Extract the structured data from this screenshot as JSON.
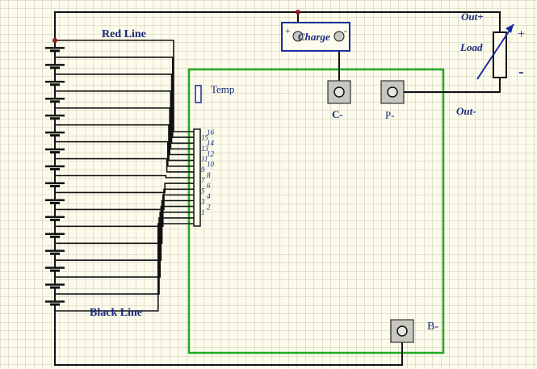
{
  "labels": {
    "red_line": "Red Line",
    "black_line": "Black Line",
    "temp": "Temp",
    "charge": "Charge",
    "charge_plus": "+",
    "charge_minus": "-",
    "out_plus": "Out+",
    "out_minus": "Out-",
    "load": "Load",
    "load_plus": "+",
    "load_minus": "-",
    "c_minus": "C-",
    "p_minus": "P-",
    "b_minus": "B-"
  },
  "connector_pins": [
    "16",
    "15",
    "14",
    "13",
    "12",
    "11",
    "10",
    "9",
    "8",
    "7",
    "6",
    "5",
    "4",
    "3",
    "2",
    "1"
  ],
  "cell_count": 16,
  "colors": {
    "background": "#fdfcec",
    "grid": "#c9c9b4",
    "wire": "#111111",
    "board_outline": "#22aa22",
    "label_text": "#1a2a7a",
    "charge_box": "#1a2aa0",
    "load_arrow": "#1a2aa0",
    "terminal_fill": "#c7c7c0",
    "junction": "#8b1a1a"
  }
}
